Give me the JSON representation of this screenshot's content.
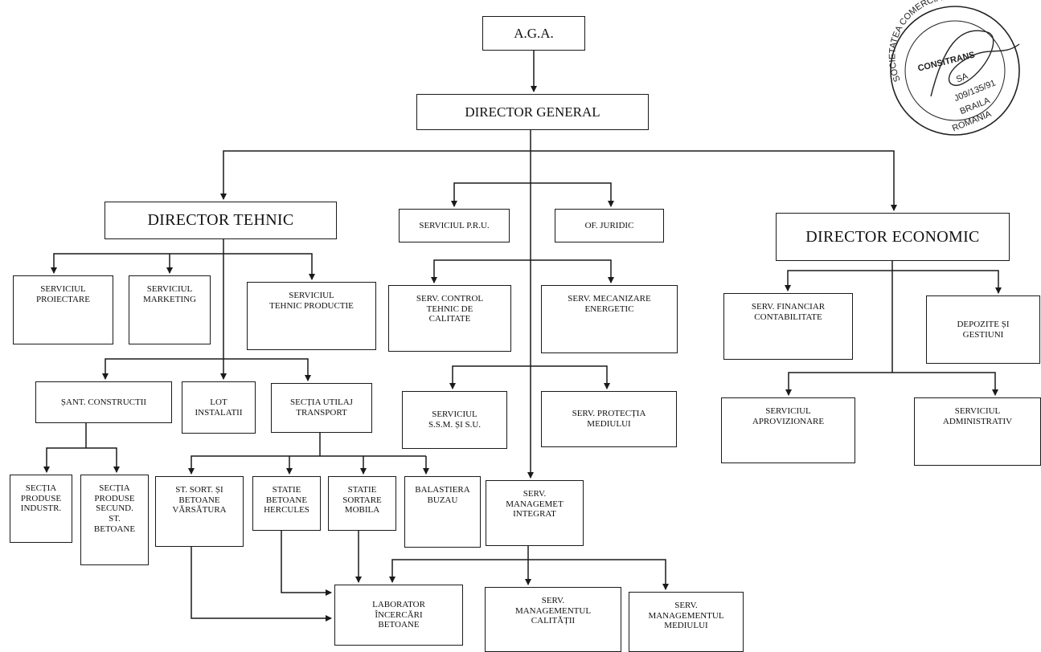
{
  "nodes": {
    "aga": "A.G.A.",
    "director_general": "DIRECTOR GENERAL",
    "director_tehnic": "DIRECTOR TEHNIC",
    "serviciul_pru": "SERVICIUL P.R.U.",
    "of_juridic": "OF. JURIDIC",
    "director_economic": "DIRECTOR ECONOMIC",
    "serviciul_proiectare": "SERVICIUL\nPROIECTARE",
    "serviciul_marketing": "SERVICIUL\nMARKETING",
    "serviciul_tehnic_productie": "SERVICIUL\nTEHNIC PRODUCTIE",
    "serv_control_tehnic": "SERV. CONTROL\nTEHNIC DE\nCALITATE",
    "serv_mecanizare": "SERV. MECANIZARE\nENERGETIC",
    "serv_financiar": "SERV. FINANCIAR\nCONTABILITATE",
    "depozite": "DEPOZITE ȘI\nGESTIUNI",
    "sant_constructii": "ȘANT. CONSTRUCTII",
    "lot_instalatii": "LOT\nINSTALATII",
    "sectia_utilaj": "SECȚIA UTILAJ\nTRANSPORT",
    "serviciul_ssm": "SERVICIUL\nS.S.M. ȘI S.U.",
    "serv_protectia": "SERV. PROTECȚIA\nMEDIULUI",
    "serviciul_aprovizionare": "SERVICIUL\nAPROVIZIONARE",
    "serviciul_administrativ": "SERVICIUL\nADMINISTRATIV",
    "sectia_produse_industr": "SECȚIA\nPRODUSE\nINDUSTR.",
    "sectia_produse_secund": "SECȚIA\nPRODUSE\nSECUND.\nST.\nBETOANE",
    "st_sort": "ST. SORT. ȘI\nBETOANE\nVĂRSĂTURA",
    "statie_hercules": "STATIE\nBETOANE\nHERCULES",
    "statie_sortare": "STATIE\nSORTARE\nMOBILA",
    "balastiera": "BALASTIERA\nBUZAU",
    "serv_management_integrat": "SERV.\nMANAGEMET\nINTEGRAT",
    "laborator": "LABORATOR\nÎNCERCĂRI\nBETOANE",
    "serv_man_calitatii": "SERV.\nMANAGEMENTUL\nCALITĂȚII",
    "serv_man_mediului": "SERV.\nMANAGEMENTUL\nMEDIULUI"
  },
  "stamp": {
    "ring_text": "SOCIETATEA COMERCIALA",
    "logo": "CONSITRANS",
    "line1": "SA",
    "line2": "J09/135/91",
    "line3": "BRAILA",
    "line4": "ROMANIA"
  }
}
